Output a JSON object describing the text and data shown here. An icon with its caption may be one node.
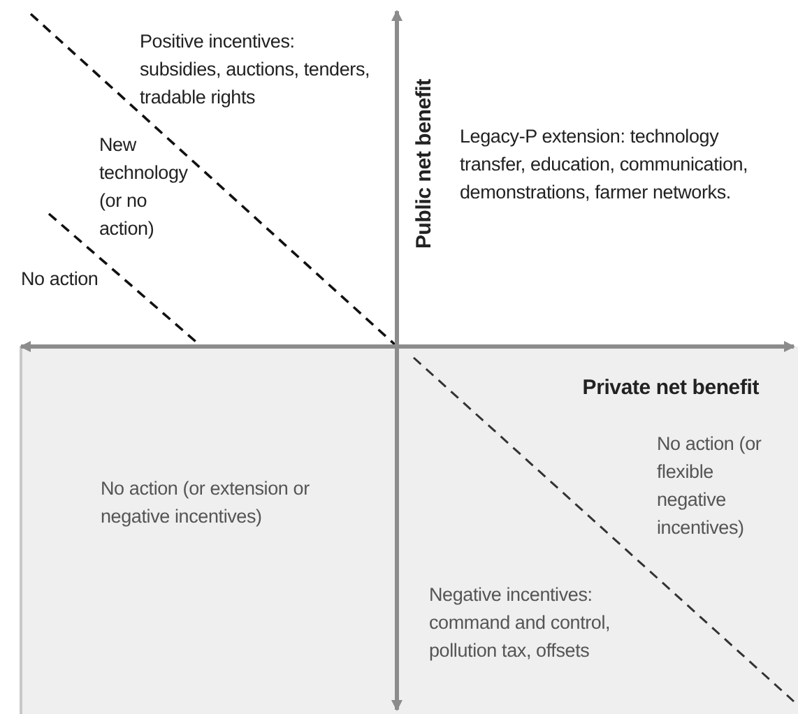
{
  "diagram": {
    "labels": [
      "Positive incentives: subsidies, auctions, tenders, tradable rights",
      "New technology (or no action)",
      "Public net benefit",
      "Legacy-P extension: technology transfer, education, communication, demonstrations, farmer networks.",
      "No action",
      "Private net benefit",
      "No action (or flexible negative incentives)",
      "No action (or extension or negative incentives)",
      "Negative incentives: command and control, pollution tax, offsets"
    ]
  }
}
